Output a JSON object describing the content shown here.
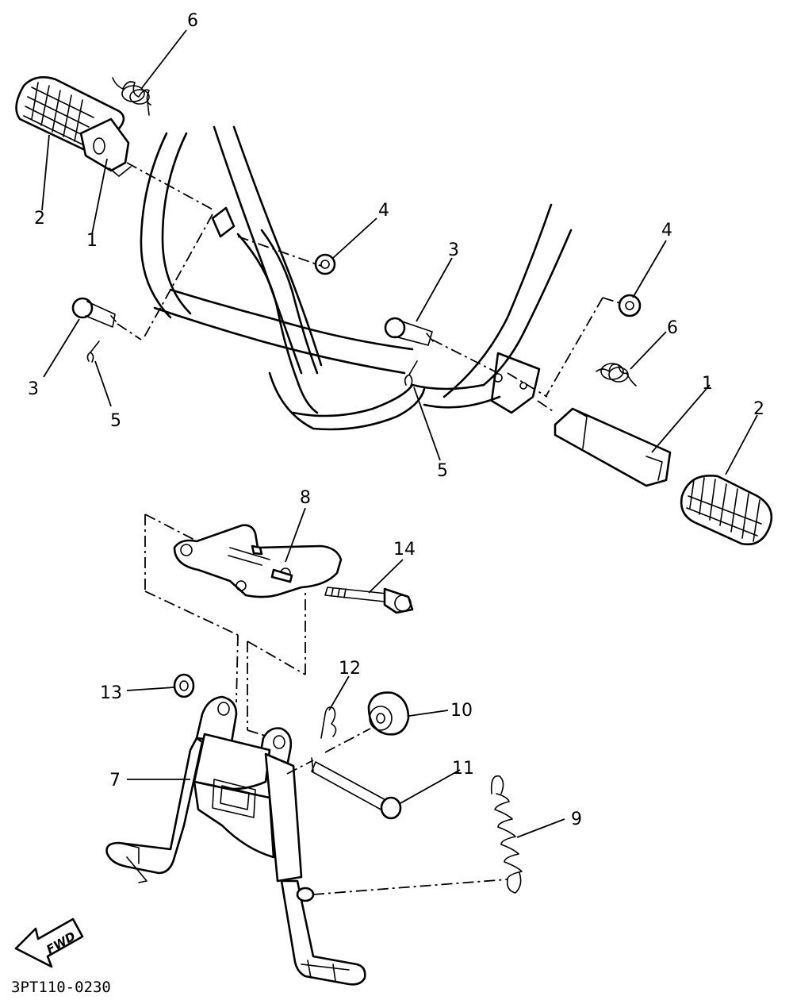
{
  "diagram": {
    "drawing_code": "3PT110-0230",
    "fwd_label": "FWD",
    "callouts": [
      {
        "id": "c6a",
        "label": "6"
      },
      {
        "id": "c2a",
        "label": "2"
      },
      {
        "id": "c1a",
        "label": "1"
      },
      {
        "id": "c4a",
        "label": "4"
      },
      {
        "id": "c3a",
        "label": "3"
      },
      {
        "id": "c5a",
        "label": "5"
      },
      {
        "id": "c3b",
        "label": "3"
      },
      {
        "id": "c4b",
        "label": "4"
      },
      {
        "id": "c6b",
        "label": "6"
      },
      {
        "id": "c1b",
        "label": "1"
      },
      {
        "id": "c2b",
        "label": "2"
      },
      {
        "id": "c5b",
        "label": "5"
      },
      {
        "id": "c8",
        "label": "8"
      },
      {
        "id": "c14",
        "label": "14"
      },
      {
        "id": "c12",
        "label": "12"
      },
      {
        "id": "c13",
        "label": "13"
      },
      {
        "id": "c10",
        "label": "10"
      },
      {
        "id": "c7",
        "label": "7"
      },
      {
        "id": "c11",
        "label": "11"
      },
      {
        "id": "c9",
        "label": "9"
      }
    ]
  }
}
